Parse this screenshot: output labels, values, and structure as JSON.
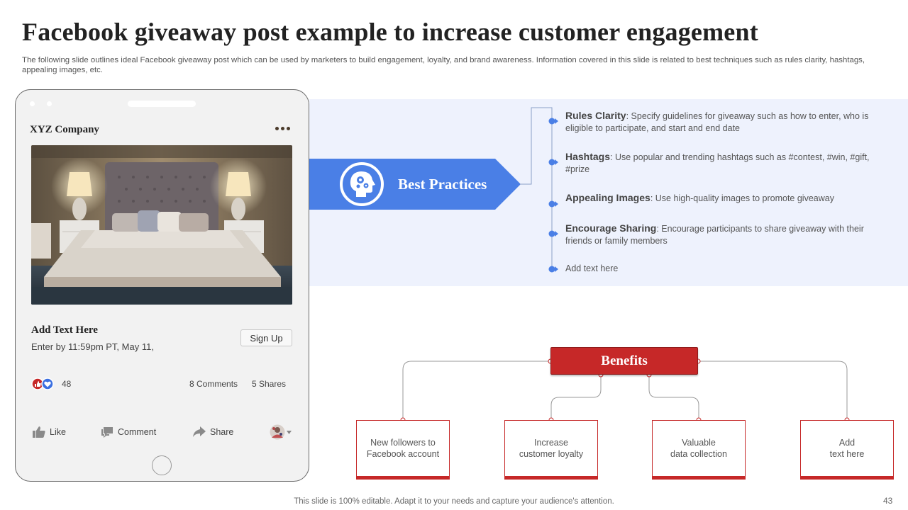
{
  "title": "Facebook giveaway post example to increase customer engagement",
  "subtitle": "The following slide outlines ideal Facebook giveaway post which can be used by marketers to build engagement, loyalty,  and brand awareness. Information covered in this slide is related to best techniques such as rules clarity, hashtags, appealing images, etc.",
  "post": {
    "company": "XYZ  Company",
    "heading": "Add Text Here",
    "subtext": "Enter by 11:59pm PT, May 11,",
    "signup_label": "Sign Up",
    "reaction_count": "48",
    "comments": "8 Comments",
    "shares": "5 Shares",
    "actions": {
      "like": "Like",
      "comment": "Comment",
      "share": "Share"
    }
  },
  "best_practices": {
    "label": "Best Practices",
    "items": [
      {
        "title": "Rules Clarity",
        "text": ": Specify guidelines for giveaway  such as how to enter, who is eligible to participate, and start and end date"
      },
      {
        "title": "Hashtags",
        "text": ": Use popular and trending hashtags such as #contest, #win, #gift, #prize"
      },
      {
        "title": "Appealing Images",
        "text": ": Use high-quality images to promote giveaway"
      },
      {
        "title": "Encourage Sharing",
        "text": ": Encourage participants to share giveaway  with their friends or family members"
      },
      {
        "title": "",
        "text": "Add text here"
      }
    ]
  },
  "benefits": {
    "label": "Benefits",
    "items": [
      {
        "line1": "New followers to",
        "line2": "Facebook account"
      },
      {
        "line1": "Increase",
        "line2": "customer loyalty"
      },
      {
        "line1": "Valuable",
        "line2": "data collection"
      },
      {
        "line1": "Add",
        "line2": "text here"
      }
    ]
  },
  "footer": "This slide is 100% editable. Adapt it to your needs and capture your audience's attention.",
  "page_number": "43",
  "colors": {
    "accent_blue": "#4a7fe6",
    "accent_red": "#c62828",
    "panel_blue": "#eef2fd"
  }
}
